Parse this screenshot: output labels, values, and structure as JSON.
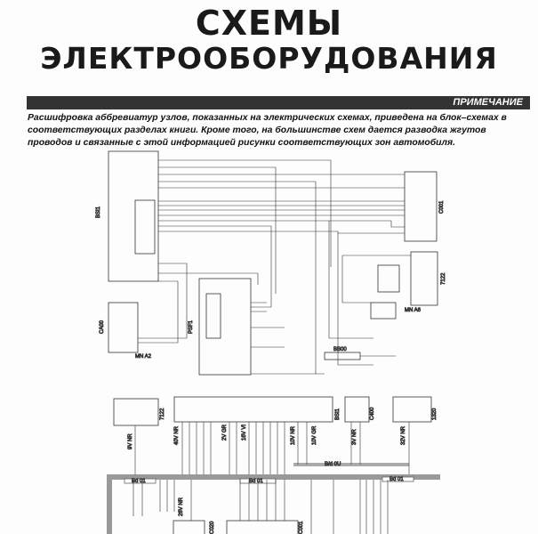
{
  "header": {
    "title_line1": "СХЕМЫ",
    "title_line2": "ЭЛЕКТРООБОРУДОВАНИЯ"
  },
  "note": {
    "label": "ПРИМЕЧАНИЕ",
    "text": "Расшифровка аббревиатур узлов, показанных на электрических схемах, приведена на блок–схемах в соответствующих разделах книги. Кроме того, на большинстве схем дается разводка жгутов проводов и связанные с этой информацией рисунки соответствующих зон автомобиля."
  },
  "diagram": {
    "components": {
      "bsi_top": "BSI1",
      "c001": "C001",
      "psf1": "PSF1",
      "ca00": "CA00",
      "comp_7122": "7122",
      "bb00": "BB00",
      "comp_7122_bot": "7122",
      "bsi_bot": "BSI1",
      "c400": "C400",
      "comp_1320": "1320",
      "c020": "C020",
      "comp_c001_bot": "C001"
    },
    "connectors": {
      "mn_a2": "MN A2",
      "mn_a6": "MN A6",
      "bd_01": "Bd 01",
      "bd_01b": "Bd 01",
      "bd_01c": "Bd 01",
      "b_d_0": "B/d 0U",
      "v9_nr": "9V NR",
      "v40_nr": "40V NR",
      "v2_gr": "2V GR",
      "v16_vi": "16V VI",
      "v10_nr": "10V NR",
      "v10_gr": "10V GR",
      "v3_nr": "3V NR",
      "v32_nr": "32V NR",
      "v26_nr": "26V NR"
    }
  }
}
